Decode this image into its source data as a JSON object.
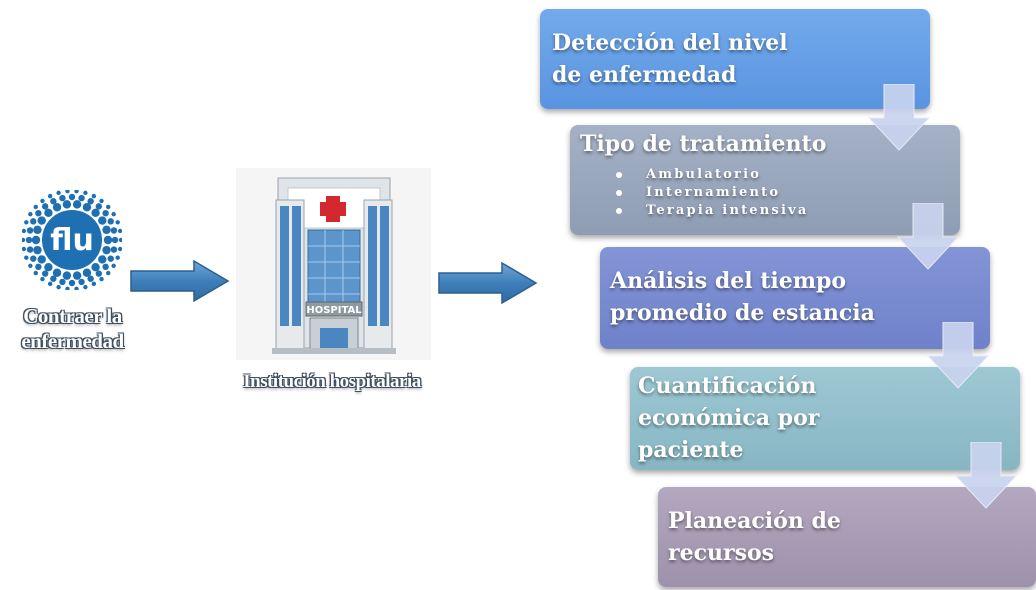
{
  "left": {
    "logo_text": "flu",
    "flu_caption": [
      "Contraer la",
      "enfermedad"
    ],
    "hospital_sign": "HOSPITAL",
    "hospital_caption": "Institución hospitalaria"
  },
  "steps": [
    {
      "lines": [
        "Detección del nivel",
        "de enfermedad"
      ]
    },
    {
      "lines": [
        "Tipo de tratamiento"
      ],
      "bullets": [
        "Ambulatorio",
        "Internamiento",
        "Terapia intensiva"
      ]
    },
    {
      "lines": [
        "Análisis del tiempo",
        "promedio de estancia"
      ]
    },
    {
      "lines": [
        "Cuantificación",
        "económica por",
        "paciente"
      ]
    },
    {
      "lines": [
        "Planeación de",
        "recursos"
      ]
    }
  ],
  "colors": {
    "step1": "#5a94e0",
    "step2": "#8f9db4",
    "step3": "#6f81c9",
    "step4": "#87b6c3",
    "step5": "#9d91ab",
    "arrow": "#3f7fb9",
    "logo": "#1f6fb3",
    "cross": "#d3282e"
  }
}
